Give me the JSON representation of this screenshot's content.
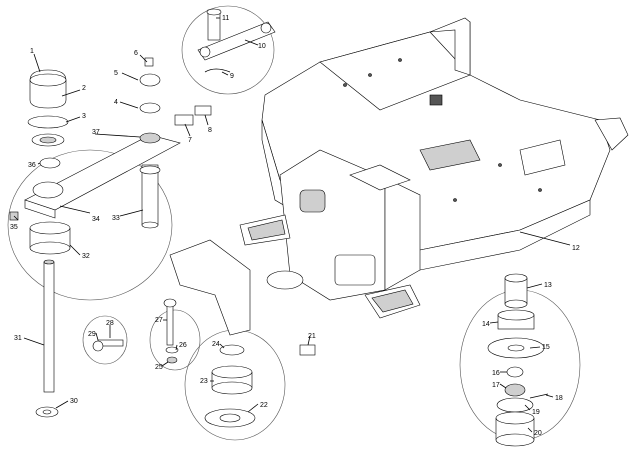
{
  "diagram": {
    "callouts": [
      {
        "id": "c1",
        "text": "1"
      },
      {
        "id": "c2",
        "text": "2"
      },
      {
        "id": "c3",
        "text": "3"
      },
      {
        "id": "c4",
        "text": "4"
      },
      {
        "id": "c5",
        "text": "5"
      },
      {
        "id": "c6",
        "text": "6"
      },
      {
        "id": "c7",
        "text": "7"
      },
      {
        "id": "c8",
        "text": "8"
      },
      {
        "id": "c9",
        "text": "9"
      },
      {
        "id": "c10",
        "text": "10"
      },
      {
        "id": "c11",
        "text": "11"
      },
      {
        "id": "c12",
        "text": "12"
      },
      {
        "id": "c13",
        "text": "13"
      },
      {
        "id": "c14",
        "text": "14"
      },
      {
        "id": "c15",
        "text": "15"
      },
      {
        "id": "c16",
        "text": "16"
      },
      {
        "id": "c17",
        "text": "17"
      },
      {
        "id": "c18",
        "text": "18"
      },
      {
        "id": "c19",
        "text": "19"
      },
      {
        "id": "c20",
        "text": "20"
      },
      {
        "id": "c21",
        "text": "21"
      },
      {
        "id": "c22",
        "text": "22"
      },
      {
        "id": "c23",
        "text": "23"
      },
      {
        "id": "c24",
        "text": "24"
      },
      {
        "id": "c25",
        "text": "25"
      },
      {
        "id": "c26",
        "text": "26"
      },
      {
        "id": "c27",
        "text": "27"
      },
      {
        "id": "c28",
        "text": "28"
      },
      {
        "id": "c29",
        "text": "29"
      },
      {
        "id": "c30",
        "text": "30"
      },
      {
        "id": "c31",
        "text": "31"
      },
      {
        "id": "c32",
        "text": "32"
      },
      {
        "id": "c33",
        "text": "33"
      },
      {
        "id": "c34",
        "text": "34"
      },
      {
        "id": "c35",
        "text": "35"
      },
      {
        "id": "c36",
        "text": "36"
      },
      {
        "id": "c37",
        "text": "37"
      }
    ]
  }
}
